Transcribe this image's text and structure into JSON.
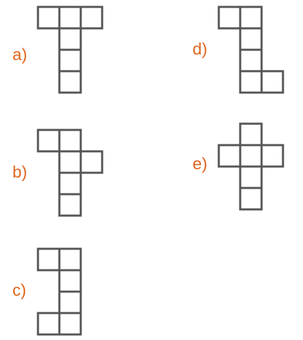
{
  "options": [
    {
      "letter": "a)",
      "cells": [
        [
          0,
          0
        ],
        [
          1,
          0
        ],
        [
          2,
          0
        ],
        [
          1,
          1
        ],
        [
          1,
          2
        ],
        [
          1,
          3
        ]
      ]
    },
    {
      "letter": "b)",
      "cells": [
        [
          0,
          0
        ],
        [
          1,
          0
        ],
        [
          1,
          1
        ],
        [
          2,
          1
        ],
        [
          1,
          2
        ],
        [
          1,
          3
        ]
      ]
    },
    {
      "letter": "c)",
      "cells": [
        [
          0,
          0
        ],
        [
          1,
          0
        ],
        [
          1,
          1
        ],
        [
          1,
          2
        ],
        [
          0,
          3
        ],
        [
          1,
          3
        ]
      ]
    },
    {
      "letter": "d)",
      "cells": [
        [
          0,
          0
        ],
        [
          1,
          0
        ],
        [
          1,
          1
        ],
        [
          1,
          2
        ],
        [
          1,
          3
        ],
        [
          2,
          3
        ]
      ]
    },
    {
      "letter": "e)",
      "cells": [
        [
          1,
          0
        ],
        [
          0,
          1
        ],
        [
          1,
          1
        ],
        [
          2,
          1
        ],
        [
          1,
          2
        ],
        [
          1,
          3
        ]
      ]
    }
  ],
  "colors": {
    "label": "#e0661f",
    "grid_stroke": "#555555"
  }
}
